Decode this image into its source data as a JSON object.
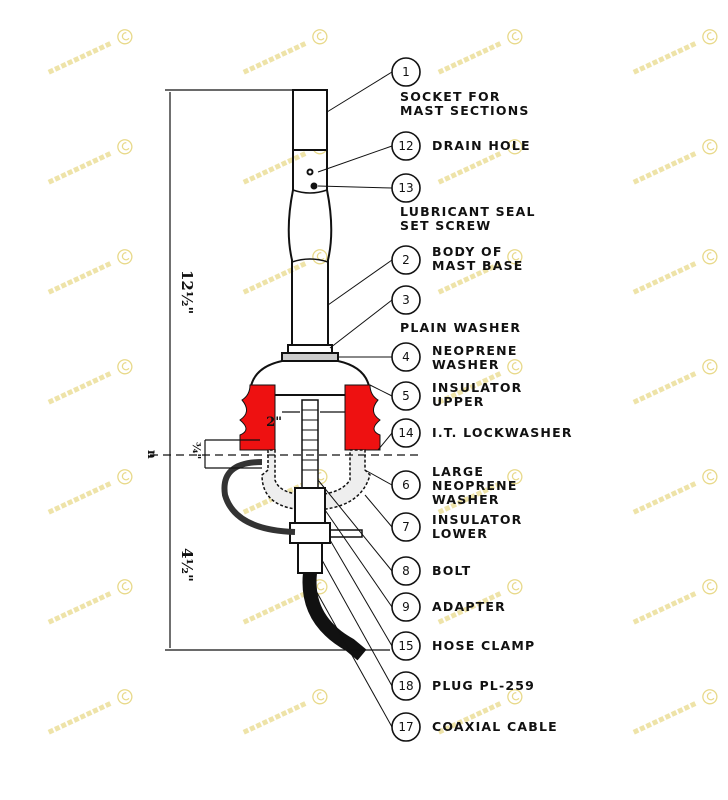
{
  "watermark": {
    "text": "JEEP SUD EST",
    "symbol": "©",
    "color": "#e8d98a"
  },
  "colors": {
    "insulator_upper": "#ee1111",
    "ink": "#111111"
  },
  "dimensions": {
    "overall": "12½\"",
    "lower": "4½\"",
    "insulator_gap": "¾\"",
    "insulator_width": "2\"",
    "base_marker": "n"
  },
  "callouts": [
    {
      "num": "1",
      "lines": [
        "SOCKET FOR",
        "MAST SECTIONS"
      ]
    },
    {
      "num": "12",
      "lines": [
        "DRAIN HOLE"
      ]
    },
    {
      "num": "13",
      "lines": [
        "LUBRICANT SEAL",
        "SET SCREW"
      ]
    },
    {
      "num": "2",
      "lines": [
        "BODY OF",
        "MAST BASE"
      ]
    },
    {
      "num": "3",
      "lines": [
        "PLAIN WASHER"
      ]
    },
    {
      "num": "4",
      "lines": [
        "NEOPRENE",
        "WASHER"
      ]
    },
    {
      "num": "5",
      "lines": [
        "INSULATOR",
        "UPPER"
      ]
    },
    {
      "num": "14",
      "lines": [
        "I.T. LOCKWASHER"
      ]
    },
    {
      "num": "6",
      "lines": [
        "LARGE",
        "NEOPRENE",
        "WASHER"
      ]
    },
    {
      "num": "7",
      "lines": [
        "INSULATOR",
        "LOWER"
      ]
    },
    {
      "num": "8",
      "lines": [
        "BOLT"
      ]
    },
    {
      "num": "9",
      "lines": [
        "ADAPTER"
      ]
    },
    {
      "num": "15",
      "lines": [
        "HOSE CLAMP"
      ]
    },
    {
      "num": "18",
      "lines": [
        "PLUG PL-259"
      ]
    },
    {
      "num": "17",
      "lines": [
        "COAXIAL CABLE"
      ]
    }
  ]
}
